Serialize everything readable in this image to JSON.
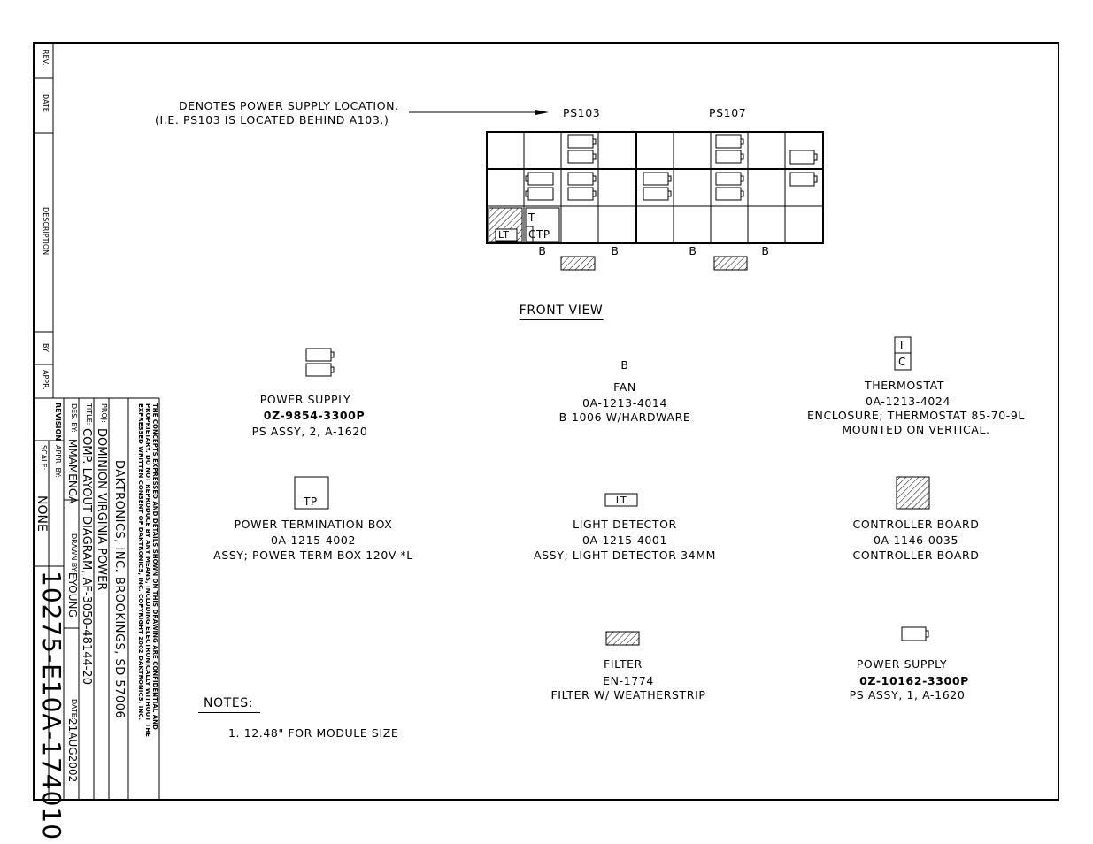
{
  "revision_block": {
    "rev": "REV.",
    "date": "DATE",
    "description": "DESCRIPTION",
    "by": "BY",
    "appr": "APPR."
  },
  "title_block": {
    "confidential": [
      "THE CONCEPTS EXPRESSED AND DETAILS SHOWN ON THIS DRAWING ARE CONFIDENTIAL AND",
      "PROPRIETARY. DO NOT REPRODUCE BY ANY MEANS, INCLUDING ELECTRONICALLY WITHOUT THE",
      "EXPRESSED WRITTEN CONSENT OF DAKTRONICS, INC.              COPYRIGHT 2002 DAKTRONICS, INC."
    ],
    "company": "DAKTRONICS, INC.  BROOKINGS, SD  57006",
    "proj_label": "PROJ:",
    "proj_value": "DOMINION VIRGINIA POWER",
    "title_label": "TITLE:",
    "title_value": "COMP. LAYOUT DIAGRAM, AF-3050-48144-20",
    "des_label": "DES. BY:",
    "des_value": "MMAMENGA",
    "drawn_label": "DRAWN BY:",
    "drawn_value": "EYOUNG",
    "date_label": "DATE:",
    "date_value": "21AUG2002",
    "revision_label": "REVISION",
    "appr_label": "APPR. BY:",
    "scale_label": "SCALE:",
    "scale_value": "NONE",
    "drawing_number": "10275-E10A-174010"
  },
  "callout": {
    "line1": "DENOTES POWER SUPPLY LOCATION.",
    "line2": "(I.E. PS103 IS LOCATED BEHIND A103.)",
    "ps_a": "PS103",
    "ps_b": "PS107"
  },
  "layout_labels": {
    "lt": "LT",
    "t": "T",
    "c": "C",
    "tp": "TP",
    "fan": "B"
  },
  "front_view": "FRONT VIEW",
  "legend": [
    {
      "name": "POWER SUPPLY",
      "part": "0Z-9854-3300P",
      "desc": "PS ASSY, 2, A-1620"
    },
    {
      "name": "FAN",
      "part": "0A-1213-4014",
      "desc": "B-1006 W/HARDWARE",
      "symbol": "B"
    },
    {
      "name": "THERMOSTAT",
      "part": "0A-1213-4024",
      "desc": "ENCLOSURE; THERMOSTAT 85-70-9L",
      "note": "MOUNTED ON VERTICAL.",
      "symbol_t": "T",
      "symbol_c": "C"
    },
    {
      "name": "POWER TERMINATION BOX",
      "part": "0A-1215-4002",
      "desc": "ASSY; POWER TERM BOX 120V-*L",
      "symbol": "TP"
    },
    {
      "name": "LIGHT DETECTOR",
      "part": "0A-1215-4001",
      "desc": "ASSY; LIGHT DETECTOR-34MM",
      "symbol": "LT"
    },
    {
      "name": "CONTROLLER BOARD",
      "part": "0A-1146-0035",
      "desc": "CONTROLLER BOARD"
    },
    {
      "name": "FILTER",
      "part": "EN-1774",
      "desc": "FILTER W/ WEATHERSTRIP"
    },
    {
      "name": "POWER SUPPLY",
      "part": "0Z-10162-3300P",
      "desc": "PS ASSY, 1, A-1620"
    }
  ],
  "notes": {
    "title": "NOTES:",
    "items": [
      "1.   12.48\" FOR MODULE SIZE"
    ]
  }
}
